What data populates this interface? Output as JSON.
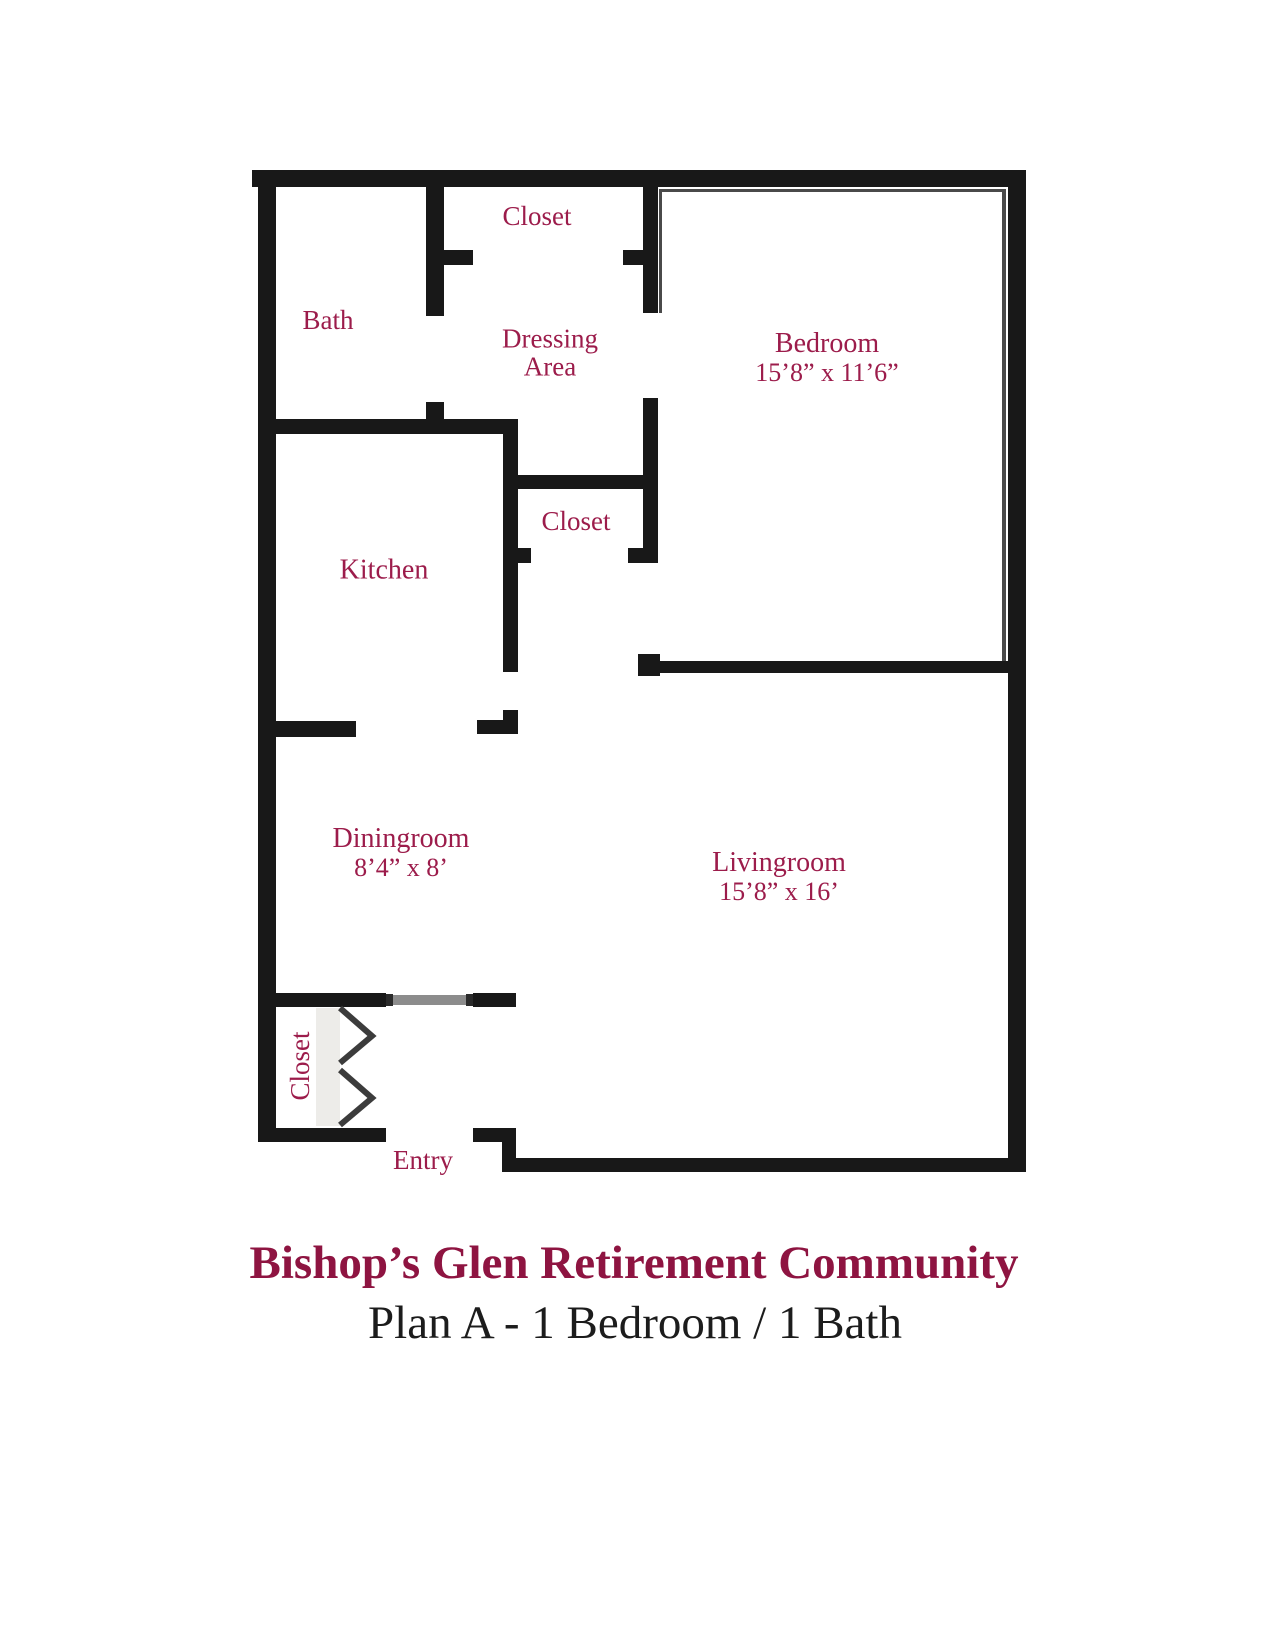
{
  "title": {
    "line1": "Bishop’s Glen Retirement Community",
    "line2": "Plan A - 1 Bedroom / 1 Bath"
  },
  "rooms": {
    "closet_top": {
      "label": "Closet"
    },
    "bath": {
      "label": "Bath"
    },
    "dressing_area": {
      "label_line1": "Dressing",
      "label_line2": "Area"
    },
    "bedroom": {
      "label": "Bedroom",
      "dimensions": "15’8” x 11’6”"
    },
    "closet_middle": {
      "label": "Closet"
    },
    "kitchen": {
      "label": "Kitchen"
    },
    "diningroom": {
      "label": "Diningroom",
      "dimensions": "8’4” x 8’"
    },
    "livingroom": {
      "label": "Livingroom",
      "dimensions": "15’8” x 16’"
    },
    "closet_entry": {
      "label": "Closet"
    },
    "entry": {
      "label": "Entry"
    }
  },
  "colors": {
    "wall": "#181818",
    "room_label": "#9c1c4b",
    "title": "#8e1441",
    "subtitle": "#1c1c1c",
    "door": "#8c8c8c"
  }
}
